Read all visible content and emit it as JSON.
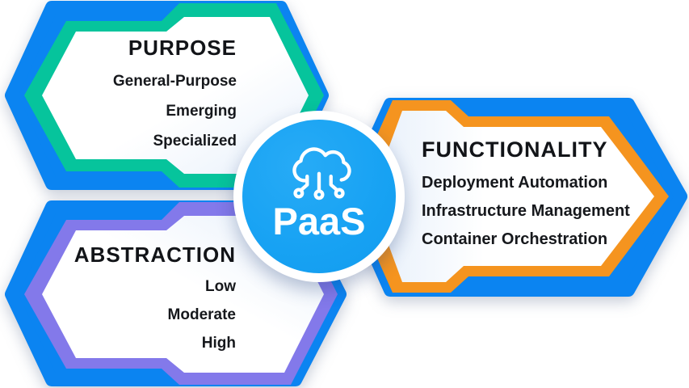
{
  "brand": {
    "label": "PaaS",
    "icon": "cloud-circuit-icon"
  },
  "sections": [
    {
      "id": "purpose",
      "title": "PURPOSE",
      "items": [
        "General-Purpose",
        "Emerging",
        "Specialized"
      ],
      "accent_color": "#06C49C",
      "text_align": "right",
      "position": "top-left"
    },
    {
      "id": "functionality",
      "title": "FUNCTIONALITY",
      "items": [
        "Deployment Automation",
        "Infrastructure Management",
        "Container Orchestration"
      ],
      "accent_color": "#F5941F",
      "text_align": "left",
      "position": "right"
    },
    {
      "id": "abstraction",
      "title": "ABSTRACTION",
      "items": [
        "Low",
        "Moderate",
        "High"
      ],
      "accent_color": "#8379EA",
      "text_align": "right",
      "position": "bottom-left"
    }
  ],
  "colors": {
    "frame_blue": "#0B84F1",
    "circle_blue": "#17A2F3",
    "text": "#16181c",
    "background": "#ffffff"
  }
}
